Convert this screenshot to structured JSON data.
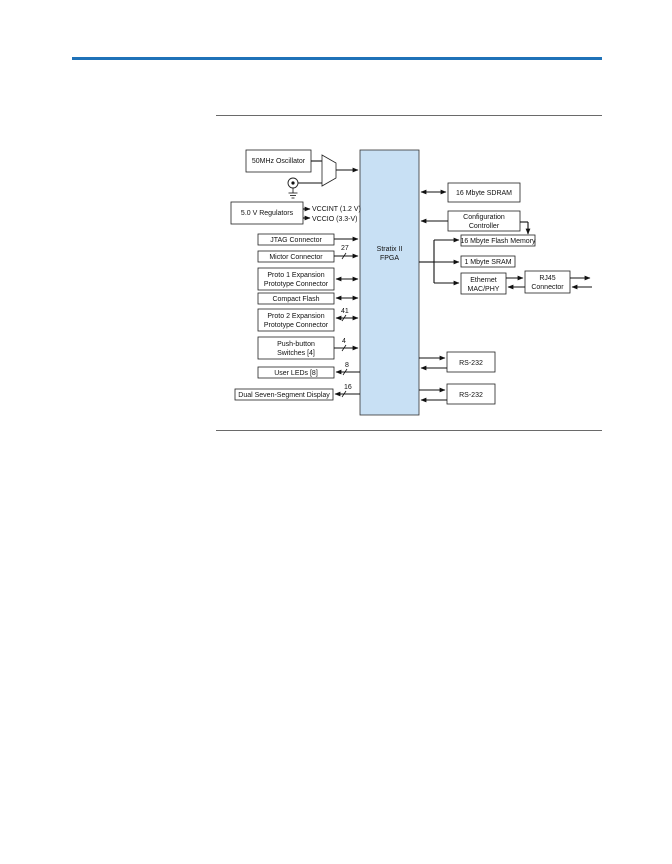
{
  "diagram": {
    "fpga": {
      "line1": "Stratix II",
      "line2": "FPGA"
    },
    "left_blocks": {
      "oscillator": "50MHz Oscillator",
      "regulators": "5.0 V Regulators",
      "vccint": "VCCINT (1.2 V)",
      "vccio": "VCCIO (3.3-V)",
      "jtag": "JTAG Connector",
      "mictor": "Mictor Connector",
      "proto1_line1": "Proto 1 Expansion",
      "proto1_line2": "Prototype Connector",
      "compact_flash": "Compact Flash",
      "proto2_line1": "Proto 2 Expansion",
      "proto2_line2": "Prototype Connector",
      "pushbutton_line1": "Push-button",
      "pushbutton_line2": "Switches [4]",
      "user_leds": "User LEDs [8]",
      "seven_segment": "Dual Seven-Segment Display"
    },
    "bus_widths": {
      "mictor": "27",
      "proto2": "41",
      "pushbutton": "4",
      "leds": "8",
      "seven_segment": "16"
    },
    "right_blocks": {
      "sdram": "16 Mbyte SDRAM",
      "config_line1": "Configuration",
      "config_line2": "Controller",
      "flash": "16 Mbyte Flash Memory",
      "sram": "1 Mbyte SRAM",
      "ethernet_line1": "Ethernet",
      "ethernet_line2": "MAC/PHY",
      "rj45_line1": "RJ45",
      "rj45_line2": "Connector",
      "rs232_a": "RS-232",
      "rs232_b": "RS-232"
    }
  }
}
